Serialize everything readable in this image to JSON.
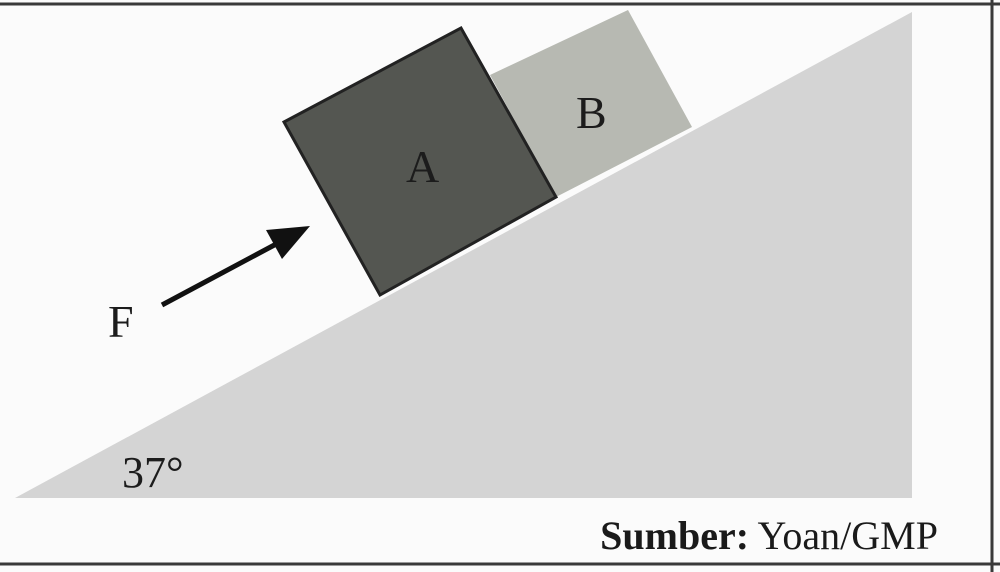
{
  "diagram": {
    "incline_angle_label": "37°",
    "force_label": "F",
    "block_a_label": "A",
    "block_b_label": "B"
  },
  "source": {
    "prefix": "Sumber:",
    "credit": "Yoan/GMP"
  },
  "colors": {
    "incline": "#d4d4d4",
    "block_a": "#545651",
    "block_b": "#b7b9b2",
    "arrow": "#111111",
    "border": "#3a3a3a"
  }
}
